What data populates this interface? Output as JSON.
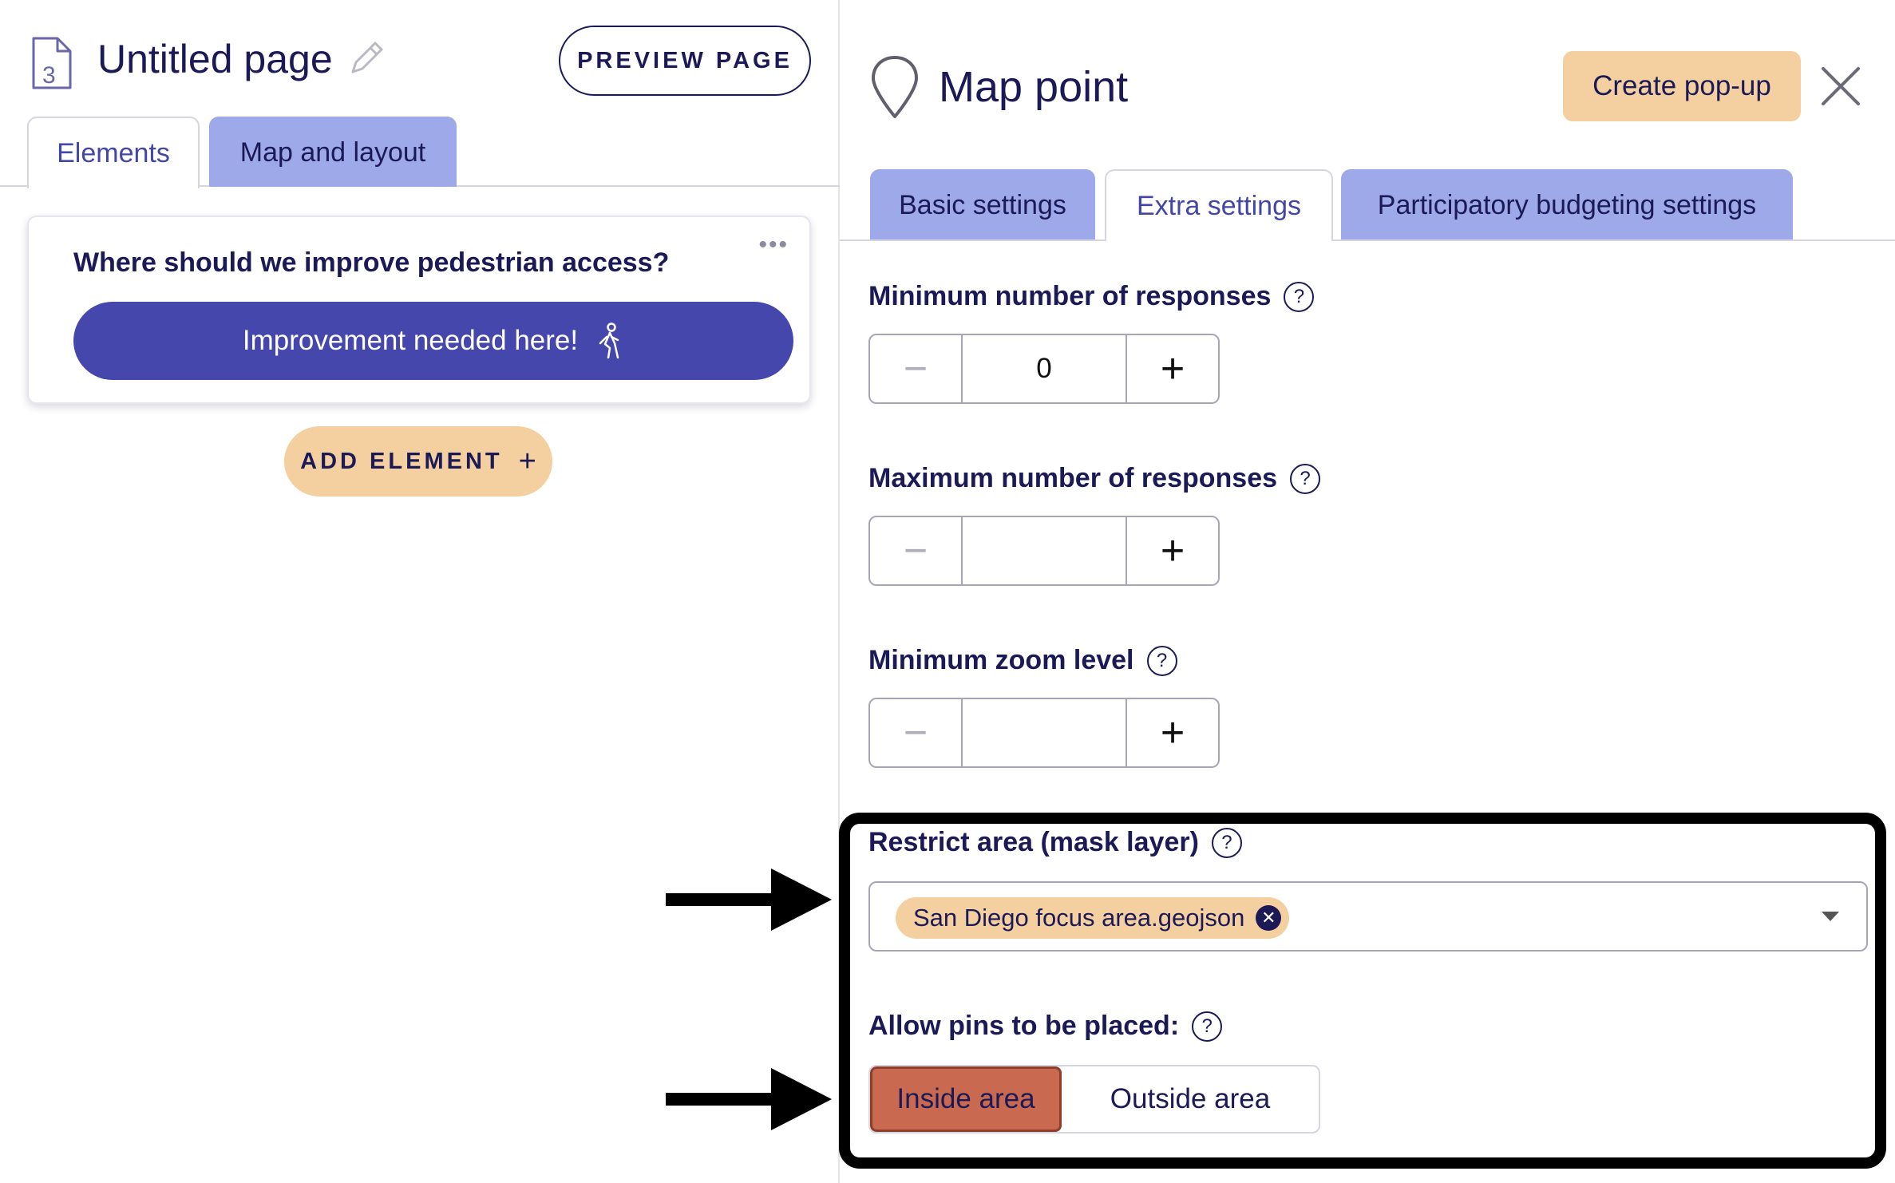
{
  "left": {
    "page_title": "Untitled page",
    "page_number": "3",
    "preview_label": "PREVIEW PAGE",
    "tabs": [
      {
        "label": "Elements",
        "active": true
      },
      {
        "label": "Map and layout",
        "active": false
      }
    ],
    "card": {
      "question": "Where should we improve pedestrian access?",
      "button_label": "Improvement needed here!",
      "button_icon": "walking-person-icon",
      "menu_icon": "more-options-icon"
    },
    "add_element_label": "ADD ELEMENT"
  },
  "right": {
    "title": "Map point",
    "title_icon": "map-pin-icon",
    "create_popup_label": "Create pop-up",
    "tabs": [
      {
        "label": "Basic settings",
        "active": false
      },
      {
        "label": "Extra settings",
        "active": true
      },
      {
        "label": "Participatory budgeting settings",
        "active": false
      }
    ],
    "fields": {
      "min_responses": {
        "label": "Minimum number of responses",
        "value": "0"
      },
      "max_responses": {
        "label": "Maximum number of responses",
        "value": ""
      },
      "min_zoom": {
        "label": "Minimum zoom level",
        "value": ""
      }
    },
    "restrict_area": {
      "label": "Restrict area (mask layer)",
      "selected_file": "San Diego focus area.geojson"
    },
    "allow_pins": {
      "label": "Allow pins to be placed:",
      "options": [
        "Inside area",
        "Outside area"
      ],
      "selected": "Inside area"
    }
  },
  "colors": {
    "navy": "#1b1a57",
    "primary_button": "#4547ad",
    "tab_inactive": "#9da9e9",
    "accent_peach": "#f4cf9f",
    "selected_segment": "#c96a50"
  }
}
